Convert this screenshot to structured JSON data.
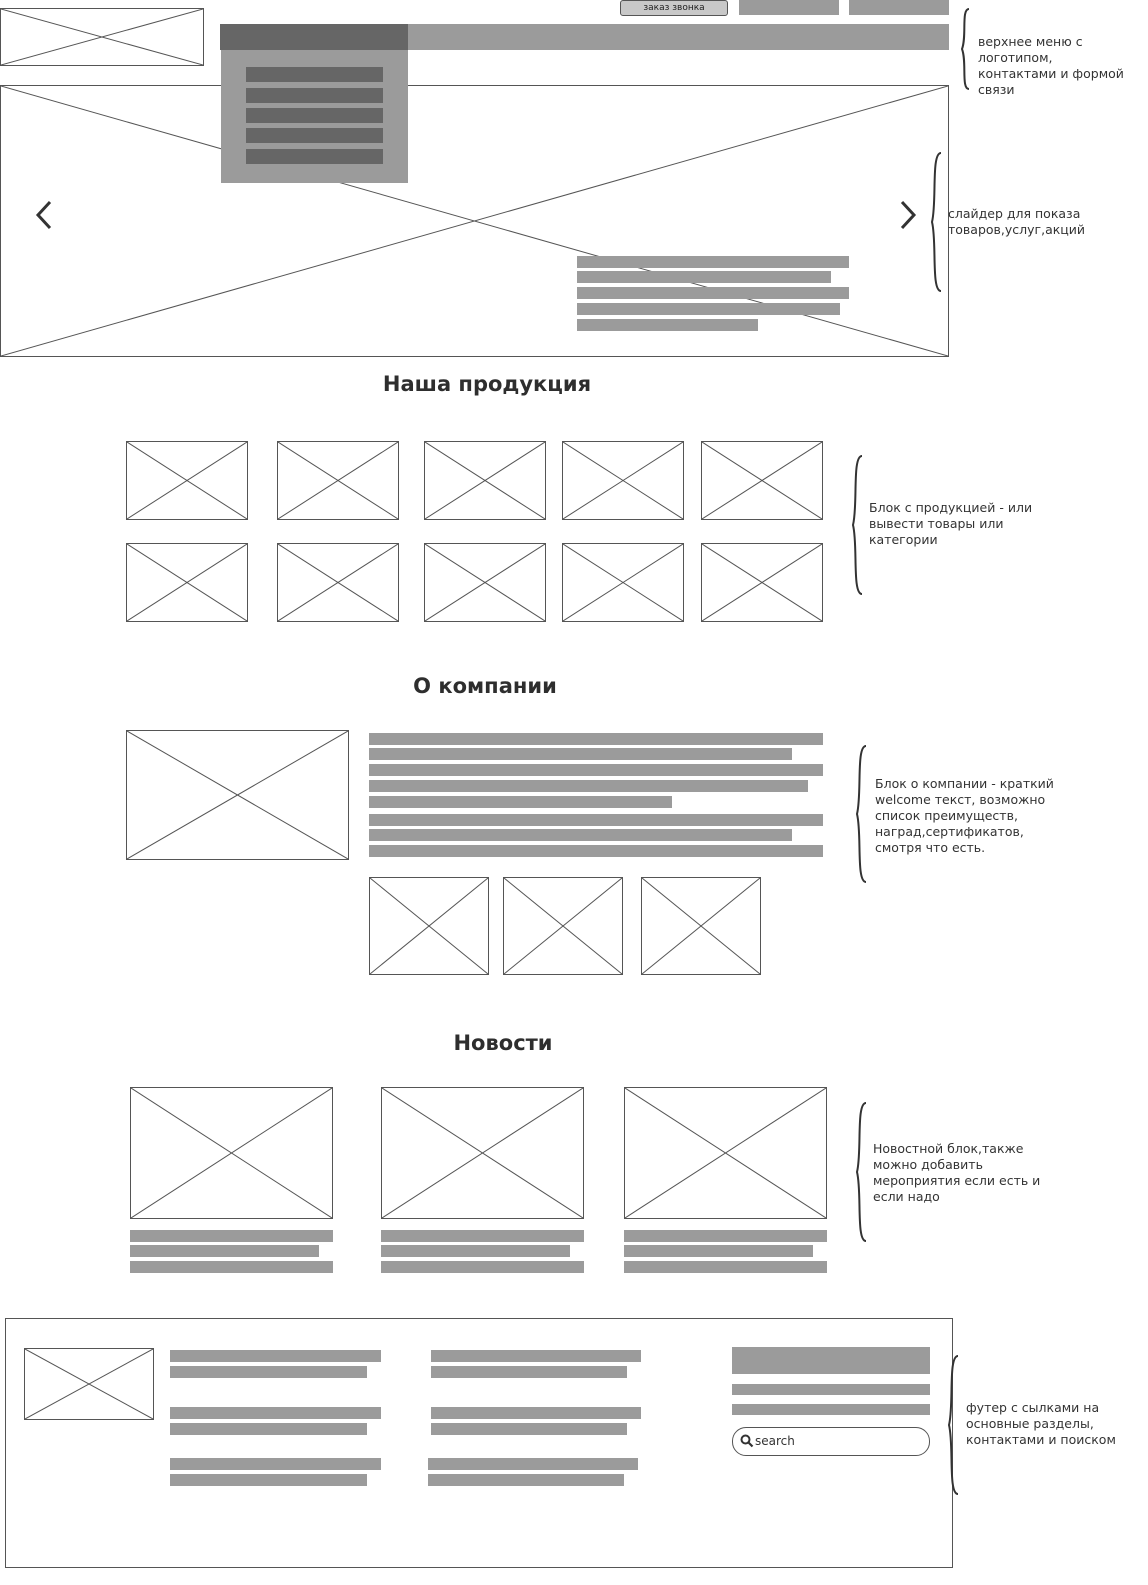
{
  "header": {
    "callback_label": "заказ звонка"
  },
  "sections": {
    "products_title": "Наша продукция",
    "about_title": "О компании",
    "news_title": "Новости"
  },
  "notes": {
    "header": "верхнее меню с логотипом,\nконтактами и формой связи",
    "slider": "слайдер для показа\nтоваров,услуг,акций",
    "products": "Блок с продукцией - или\nвывести товары или\nкатегории",
    "about": "Блок о компании - краткий\nwelcome текст, возможно\nсписок преимуществ,\nнаград,сертификатов,\nсмотря что есть.",
    "news": "Новостной блок,также\nможно добавить\nмероприятия если есть и\nесли надо",
    "footer": "футер с сылками на\nосновные разделы,\nконтактами и поиском"
  },
  "slider": {
    "prev_icon": "chevron-left-icon",
    "next_icon": "chevron-right-icon"
  },
  "footer": {
    "search_placeholder": "search",
    "search_icon": "search-icon"
  },
  "colors": {
    "bar": "#9b9b9b",
    "dark_bar": "#666666",
    "border": "#555555"
  }
}
